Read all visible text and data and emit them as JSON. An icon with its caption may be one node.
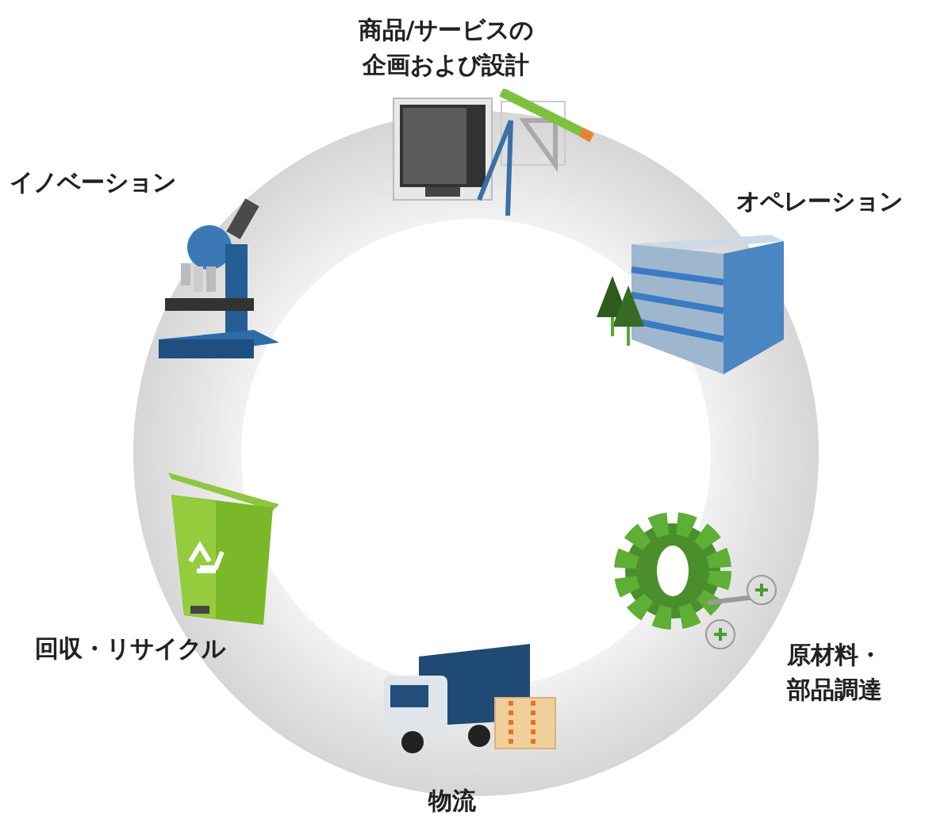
{
  "diagram": {
    "nodes": [
      {
        "text": [
          "商品/サービスの企画および設計"
        ]
      },
      {
        "text": [
          "イノベーション"
        ]
      },
      {
        "text": [
          "オペレーション"
        ]
      },
      {
        "text": [
          "回収・リサイクル"
        ]
      },
      {
        "text": [
          "原材料・部品調達"
        ]
      },
      {
        "text": [
          "物流"
        ]
      }
    ]
  }
}
